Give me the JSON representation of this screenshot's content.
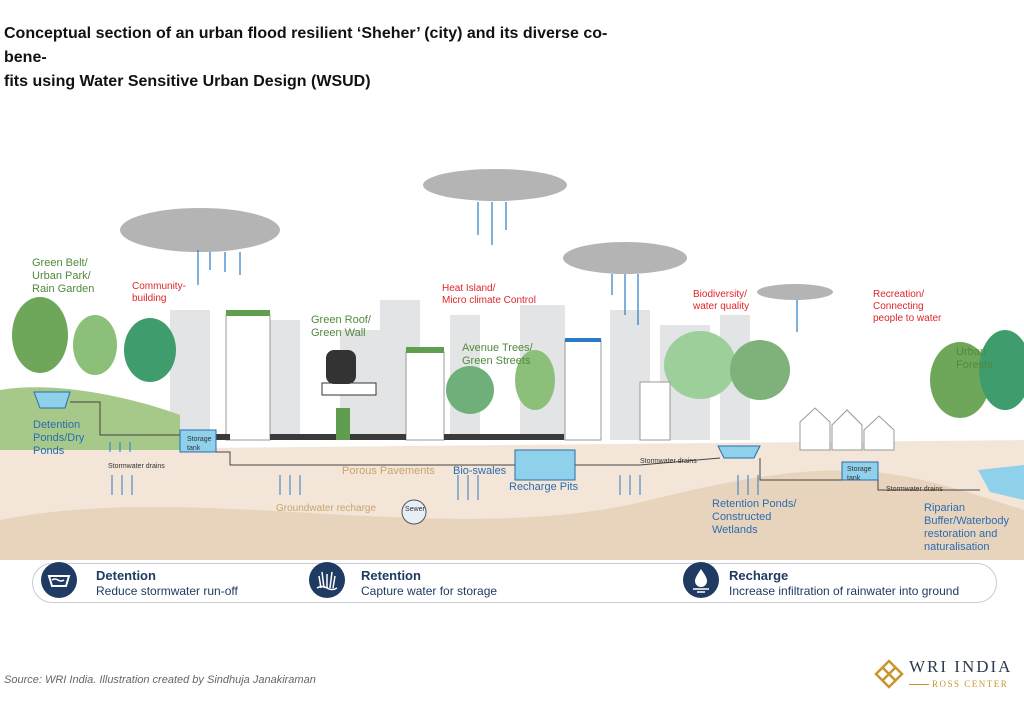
{
  "title": "Conceptual section of an urban flood resilient ‘Sheher’ (city) and its diverse co-bene-fits using Water Sensitive Urban Design (WSUD)",
  "title_lines": [
    "Conceptual section of an urban flood resilient ‘Sheher’ (city) and its diverse co-bene-",
    "fits using Water Sensitive Urban Design (WSUD)"
  ],
  "labels": {
    "green_belt": [
      "Green Belt/",
      "Urban Park/",
      "Rain Garden"
    ],
    "community": [
      "Community-",
      "building"
    ],
    "green_roof": [
      "Green Roof/",
      "Green Wall"
    ],
    "heat_island": [
      "Heat Island/",
      "Micro climate Control"
    ],
    "avenue_trees": [
      "Avenue Trees/",
      "Green Streets"
    ],
    "biodiversity": [
      "Biodiversity/",
      "water quality"
    ],
    "recreation": [
      "Recreation/",
      "Connecting",
      "people to water"
    ],
    "urban_forests": [
      "Urban",
      "Forests"
    ],
    "detention_ponds": [
      "Detention",
      "Ponds/Dry",
      "Ponds"
    ],
    "storage_tank_1": [
      "Storage",
      "tank"
    ],
    "storage_tank_2": [
      "Storage",
      "tank"
    ],
    "stormwater_drains_1": "Stormwater drains",
    "stormwater_drains_2": "Stormwater drains",
    "stormwater_drains_3": "Stormwater drains",
    "porous_pavements": "Porous Pavements",
    "bio_swales": "Bio-swales",
    "recharge_pits": "Recharge Pits",
    "groundwater_recharge": "Groundwater recharge",
    "sewer": "Sewer",
    "retention_ponds": [
      "Retention Ponds/",
      "Constructed",
      "Wetlands"
    ],
    "riparian": [
      "Riparian",
      "Buffer/Waterbody",
      "restoration and",
      "naturalisation"
    ]
  },
  "legend": [
    {
      "title": "Detention",
      "subtitle": "Reduce stormwater run-off",
      "icon": "detention-basin-icon"
    },
    {
      "title": "Retention",
      "subtitle": "Capture water for storage",
      "icon": "retention-plant-icon"
    },
    {
      "title": "Recharge",
      "subtitle": "Increase infiltration of rainwater into ground",
      "icon": "recharge-drop-icon"
    }
  ],
  "source": "Source: WRI India. Illustration created by Sindhuja Janakiraman",
  "logo": {
    "name": "WRI INDIA",
    "sub": "ROSS CENTER"
  },
  "colors": {
    "green_label": "#4f8a3c",
    "red_label": "#e0252b",
    "blue_label": "#2b6cb0",
    "tan_label": "#c9a36a",
    "legend_navy": "#1f3b63",
    "water": "#8fd0ea",
    "logo_gold": "#c7962d"
  }
}
